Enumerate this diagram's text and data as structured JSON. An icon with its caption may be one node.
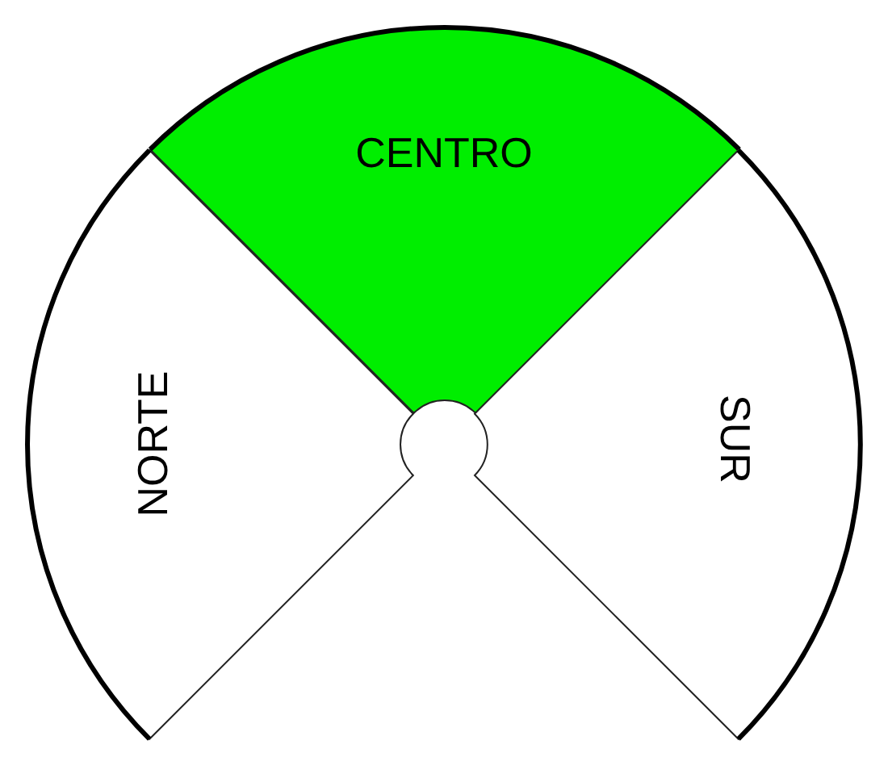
{
  "diagram": {
    "nodes": [
      {
        "text": [
          "NORTE"
        ]
      },
      {
        "text": [
          "CENTRO"
        ]
      },
      {
        "text": [
          "SUR"
        ]
      }
    ]
  }
}
